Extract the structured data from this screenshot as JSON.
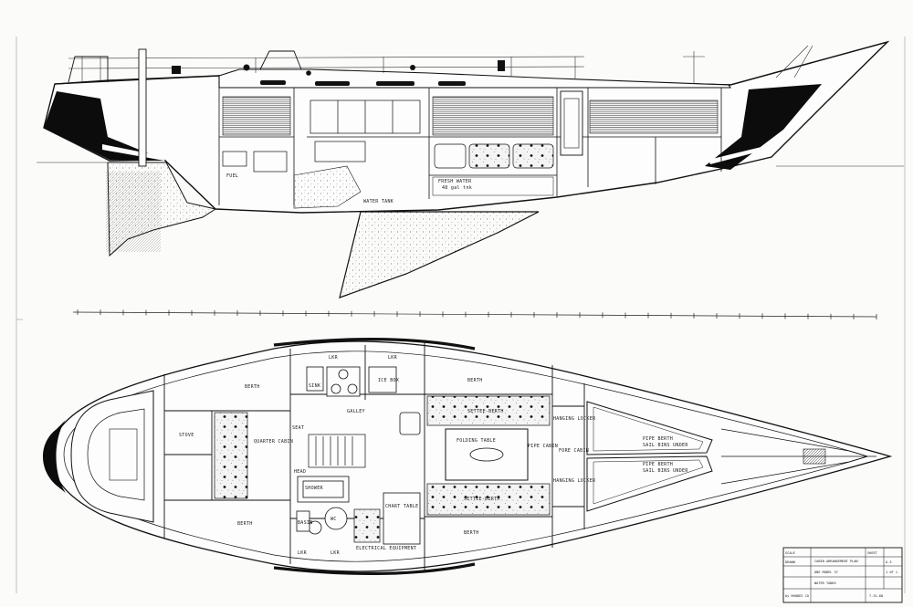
{
  "profile": {
    "fresh_water": "FRESH WATER",
    "fresh_water_qty": "48 gal tnk",
    "fuel": "FUEL",
    "water_tank": "WATER TANK"
  },
  "plan": {
    "labels": {
      "berth_fwd_port": "BERTH",
      "berth_fwd_stbd": "BERTH",
      "berth_aft_port": "BERTH",
      "berth_aft_stbd": "BERTH",
      "locker_1": "LKR",
      "locker_2": "LKR",
      "locker_3": "LKR",
      "locker_4": "LKR",
      "sink": "SINK",
      "ice_box": "ICE BOX",
      "galley": "GALLEY",
      "dinette": "SETTEE-BERTH",
      "settee_berth": "SETTEE-BERTH",
      "folding_table": "FOLDING TABLE",
      "pipe_cabin": "PIPE CABIN",
      "fore_cabin": "FORE CABIN",
      "hanging_locker_1": "HANGING LOCKER",
      "hanging_locker_2": "HANGING LOCKER",
      "pipe_berth_1": "PIPE BERTH",
      "sail_bins_1": "SAIL BINS UNDER",
      "pipe_berth_2": "PIPE BERTH",
      "sail_bins_2": "SAIL BINS UNDER",
      "quarter_berth": "QUARTER CABIN",
      "chart_table": "CHART TABLE",
      "shower": "SHOWER",
      "wc": "WC",
      "basin": "BASIN",
      "head": "HEAD",
      "electrical": "ELECTRICAL EQUIPMENT",
      "seat": "SEAT",
      "stove_box": "STOVE"
    }
  },
  "title_block": {
    "line_1": "CABIN ARRANGEMENT PLAN",
    "line_2": "ONE MODEL 37",
    "line_3": "WATER TANKS",
    "date": "7-31-68",
    "scale": "SCALE",
    "sheet": "SHEET",
    "drawn": "DRAWN",
    "sheet_no": "1 OF 1",
    "code": "A-3",
    "maker": "by RHODES CO"
  }
}
